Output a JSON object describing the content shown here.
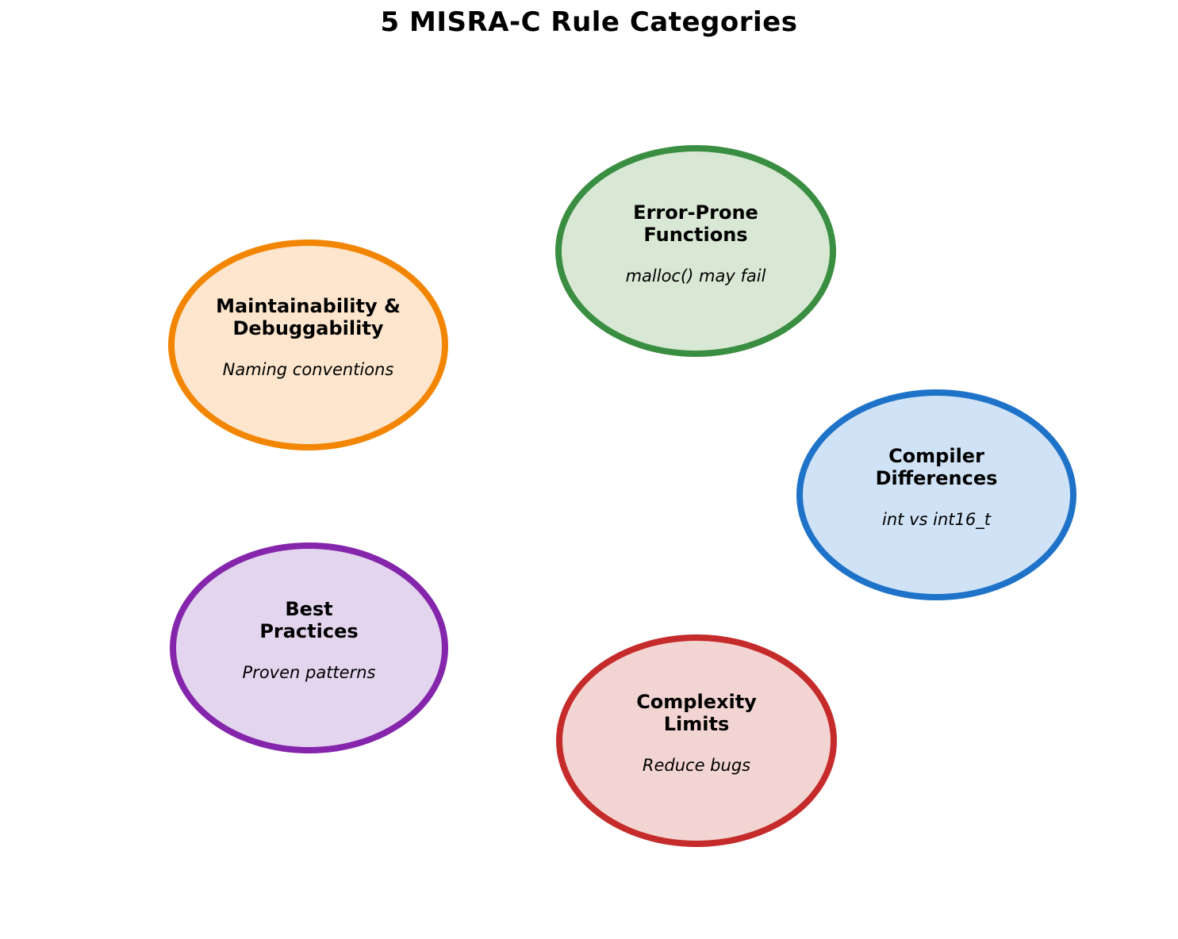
{
  "title": "5 MISRA-C Rule Categories",
  "background_color": "#ffffff",
  "text_color": "#000000",
  "nodes": [
    {
      "id": "error-prone-functions",
      "title_line1": "Error-Prone",
      "title_line2": "Functions",
      "subtitle": "malloc() may fail",
      "fill_color": "#d9e8d5",
      "stroke_color": "#3a8e41"
    },
    {
      "id": "maintainability-debuggability",
      "title_line1": "Maintainability &",
      "title_line2": "Debuggability",
      "subtitle": "Naming conventions",
      "fill_color": "#fde6cd",
      "stroke_color": "#f28603"
    },
    {
      "id": "compiler-differences",
      "title_line1": "Compiler",
      "title_line2": "Differences",
      "subtitle": "int vs int16_t",
      "fill_color": "#d0e2f5",
      "stroke_color": "#1e73c9"
    },
    {
      "id": "best-practices",
      "title_line1": "Best",
      "title_line2": "Practices",
      "subtitle": "Proven patterns",
      "fill_color": "#e3d5ee",
      "stroke_color": "#8425ab"
    },
    {
      "id": "complexity-limits",
      "title_line1": "Complexity",
      "title_line2": "Limits",
      "subtitle": "Reduce bugs",
      "fill_color": "#f2d5d2",
      "stroke_color": "#c52b2b"
    }
  ]
}
